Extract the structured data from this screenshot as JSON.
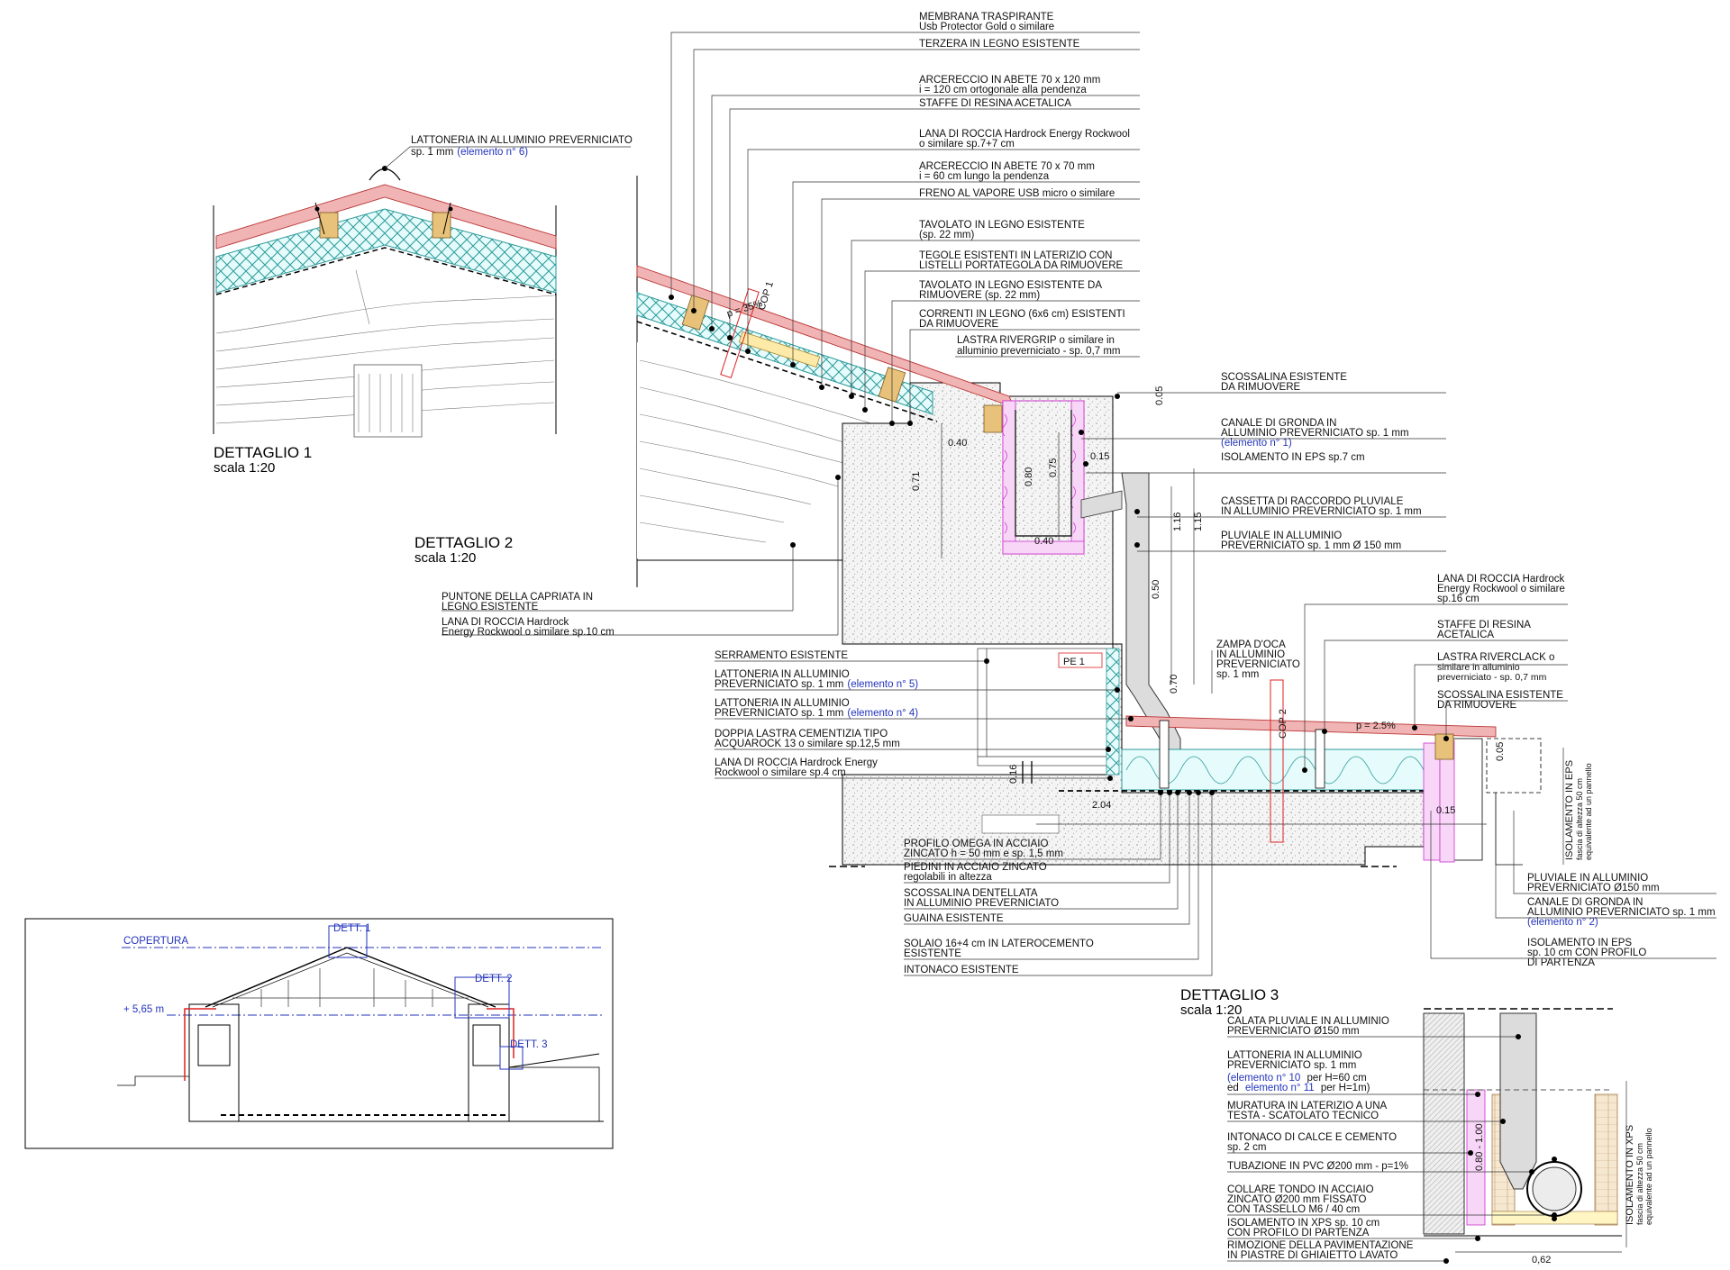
{
  "details": {
    "d1": {
      "title": "DETTAGLIO 1",
      "scale": "scala 1:20"
    },
    "d2": {
      "title": "DETTAGLIO 2",
      "scale": "scala 1:20"
    },
    "d3": {
      "title": "DETTAGLIO 3",
      "scale": "scala 1:20"
    }
  },
  "d1_label": {
    "line1": "LATTONERIA IN ALLUMINIO PREVERNICIATO",
    "line2": "sp. 1 mm",
    "ref": "(elemento n° 6)"
  },
  "top_callouts": [
    {
      "l1": "MEMBRANA TRASPIRANTE",
      "l2": "Usb Protector Gold o similare"
    },
    {
      "l1": "TERZERA IN LEGNO ESISTENTE",
      "l2": ""
    },
    {
      "l1": "ARCERECCIO IN ABETE 70 x 120 mm",
      "l2": "i = 120 cm ortogonale alla pendenza"
    },
    {
      "l1": "STAFFE DI RESINA ACETALICA",
      "l2": ""
    },
    {
      "l1": "LANA DI ROCCIA Hardrock Energy Rockwool",
      "l2": "o similare sp.7+7 cm"
    },
    {
      "l1": "ARCERECCIO IN ABETE 70 x 70 mm",
      "l2": "i = 60 cm lungo la pendenza"
    },
    {
      "l1": "FRENO AL VAPORE USB micro o similare",
      "l2": ""
    },
    {
      "l1": "TAVOLATO IN LEGNO ESISTENTE",
      "l2": "(sp. 22 mm)"
    },
    {
      "l1": "TEGOLE ESISTENTI IN LATERIZIO CON",
      "l2": "LISTELLI PORTATEGOLA DA RIMUOVERE"
    },
    {
      "l1": "TAVOLATO IN LEGNO ESISTENTE DA",
      "l2": "RIMUOVERE (sp. 22 mm)"
    },
    {
      "l1": "CORRENTI IN LEGNO (6x6 cm) ESISTENTI",
      "l2": "DA RIMUOVERE"
    }
  ],
  "rivergrip": {
    "l1": "LASTRA RIVERGRIP o similare in",
    "l2": "alluminio preverniciato - sp. 0,7 mm"
  },
  "right_callouts": [
    {
      "l1": "SCOSSALINA ESISTENTE",
      "l2": "DA RIMUOVERE",
      "ref": ""
    },
    {
      "l1": "CANALE DI GRONDA IN",
      "l2": "ALLUMINIO PREVERNICIATO sp. 1 mm",
      "ref": "(elemento n° 1)"
    },
    {
      "l1": "ISOLAMENTO IN EPS sp.7 cm",
      "l2": "",
      "ref": ""
    },
    {
      "l1": "CASSETTA DI RACCORDO PLUVIALE",
      "l2": "IN ALLUMINIO PREVERNICIATO sp. 1 mm",
      "ref": ""
    },
    {
      "l1": "PLUVIALE IN ALLUMINIO",
      "l2": "PREVERNICIATO sp. 1 mm Ø 150 mm",
      "ref": ""
    }
  ],
  "left_callouts": [
    {
      "l1": "PUNTONE DELLA CAPRIATA IN",
      "l2": "LEGNO ESISTENTE"
    },
    {
      "l1": "LANA DI ROCCIA Hardrock",
      "l2": "Energy Rockwool o similare sp.10 cm"
    }
  ],
  "d3_left_callouts": [
    {
      "l1": "SERRAMENTO ESISTENTE",
      "l2": "",
      "ref": ""
    },
    {
      "l1": "LATTONERIA IN ALLUMINIO",
      "l2": "PREVERNICIATO sp. 1 mm",
      "ref": "(elemento n° 5)"
    },
    {
      "l1": "LATTONERIA IN ALLUMINIO",
      "l2": "PREVERNICIATO sp. 1 mm",
      "ref": "(elemento n° 4)"
    },
    {
      "l1": "DOPPIA LASTRA CEMENTIZIA TIPO",
      "l2": "ACQUAROCK 13 o similare sp.12,5 mm",
      "ref": ""
    },
    {
      "l1": "LANA DI ROCCIA Hardrock Energy",
      "l2": "Rockwool o similare sp.4 cm",
      "ref": ""
    }
  ],
  "d3_mid": {
    "zampa": {
      "l1": "ZAMPA D'OCA",
      "l2": "IN ALLUMINIO",
      "l3": "PREVERNICIATO",
      "l4": "sp. 1 mm"
    },
    "lana16": {
      "l1": "LANA DI ROCCIA Hardrock",
      "l2": "Energy Rockwool o similare",
      "l3": "sp.16 cm"
    },
    "staffe": {
      "l1": "STAFFE DI RESINA",
      "l2": "ACETALICA"
    },
    "riverclack": {
      "l1": "LASTRA RIVERCLACK o",
      "l2": "similare in alluminio",
      "l3": "preverniciato - sp. 0,7 mm"
    },
    "scossalina": {
      "l1": "SCOSSALINA ESISTENTE",
      "l2": "DA RIMUOVERE"
    }
  },
  "d3_bottom_callouts": [
    {
      "l1": "PROFILO OMEGA IN ACCIAIO",
      "l2": "ZINCATO h = 50 mm e sp. 1,5 mm"
    },
    {
      "l1": "PIEDINI IN ACCIAIO ZINCATO",
      "l2": "regolabili in altezza"
    },
    {
      "l1": "SCOSSALINA DENTELLATA",
      "l2": "IN ALLUMINIO PREVERNICIATO"
    },
    {
      "l1": "GUAINA ESISTENTE",
      "l2": ""
    },
    {
      "l1": "SOLAIO 16+4 cm IN LATEROCEMENTO",
      "l2": "ESISTENTE"
    },
    {
      "l1": "INTONACO ESISTENTE",
      "l2": ""
    }
  ],
  "d3_right_callouts": [
    {
      "l1": "PLUVIALE IN ALLUMINIO",
      "l2": "PREVERNICIATO Ø150 mm",
      "l3": "",
      "ref": ""
    },
    {
      "l1": "CANALE DI GRONDA IN",
      "l2": "ALLUMINIO PREVERNICIATO sp. 1 mm",
      "l3": "",
      "ref": "(elemento n° 2)"
    },
    {
      "l1": "ISOLAMENTO IN EPS",
      "l2": "sp. 10 cm CON PROFILO",
      "l3": "DI PARTENZA",
      "ref": ""
    }
  ],
  "eps_vertical": {
    "l1": "ISOLAMENTO IN EPS",
    "l2": "fascia di altezza 50 cm",
    "l3": "equivalente ad un pannello"
  },
  "xps_vertical": {
    "l1": "ISOLAMENTO IN XPS",
    "l2": "fascia di altezza 50 cm",
    "l3": "equivalente ad un pannello"
  },
  "d4_callouts": [
    {
      "l1": "CALATA PLUVIALE IN ALLUMINIO",
      "l2": "PREVERNICIATO Ø150 mm",
      "l3": ""
    },
    {
      "l1": "LATTONERIA IN ALLUMINIO",
      "l2": "PREVERNICIATO sp. 1 mm",
      "l3": ""
    },
    {
      "l1": "MURATURA IN LATERIZIO A UNA",
      "l2": "TESTA - SCATOLATO TECNICO",
      "l3": ""
    },
    {
      "l1": "INTONACO DI CALCE E CEMENTO",
      "l2": "sp. 2 cm",
      "l3": ""
    },
    {
      "l1": "TUBAZIONE IN PVC Ø200 mm - p=1%",
      "l2": "",
      "l3": ""
    },
    {
      "l1": "COLLARE TONDO IN ACCIAIO",
      "l2": "ZINCATO Ø200 mm FISSATO",
      "l3": "CON TASSELLO M6 / 40 cm"
    },
    {
      "l1": "ISOLAMENTO IN XPS sp. 10 cm",
      "l2": "CON PROFILO DI PARTENZA",
      "l3": ""
    },
    {
      "l1": "RIMOZIONE DELLA PAVIMENTAZIONE",
      "l2": "IN PIASTRE DI GHIAIETTO LAVATO",
      "l3": ""
    }
  ],
  "d4_lattoneria_refs": {
    "a1": "(elemento n° 10",
    "a2": "per H=60 cm",
    "b1": "ed",
    "b2": "elemento n° 11",
    "b3": "per H=1m)"
  },
  "dimensions": {
    "d2_040": "0.40",
    "d2_071": "0.71",
    "d2_080": "0.80",
    "d2_075": "0.75",
    "d2_040b": "0.40",
    "d2_005": "0.05",
    "d2_015": "0.15",
    "d2_116": "1.16",
    "d2_115": "1.15",
    "d2_050": "0.50",
    "d2_070": "0.70",
    "d3_016": "0.16",
    "d3_204": "2.04",
    "d3_015": "0.15",
    "d3_005": "0.05",
    "d4_062": "0,62",
    "d4_080": "0.80 - 1.00"
  },
  "tags": {
    "cop1": "COP 1",
    "cop2": "COP 2",
    "pe1": "PE 1",
    "slope1": "p = 35%",
    "slope2": "p = 2.5%"
  },
  "key_plan": {
    "copertura": "COPERTURA",
    "level": "+ 5,65 m",
    "dett1": "DETT. 1",
    "dett2": "DETT. 2",
    "dett3": "DETT. 3"
  },
  "colors": {
    "line": "#000000",
    "blue": "#2233bb",
    "red": "#dd2222",
    "insulation": "#2a9a9a",
    "eps": "#cc33cc",
    "roof_sheet": "#f0b4b4",
    "timber": "#e8c27a"
  }
}
